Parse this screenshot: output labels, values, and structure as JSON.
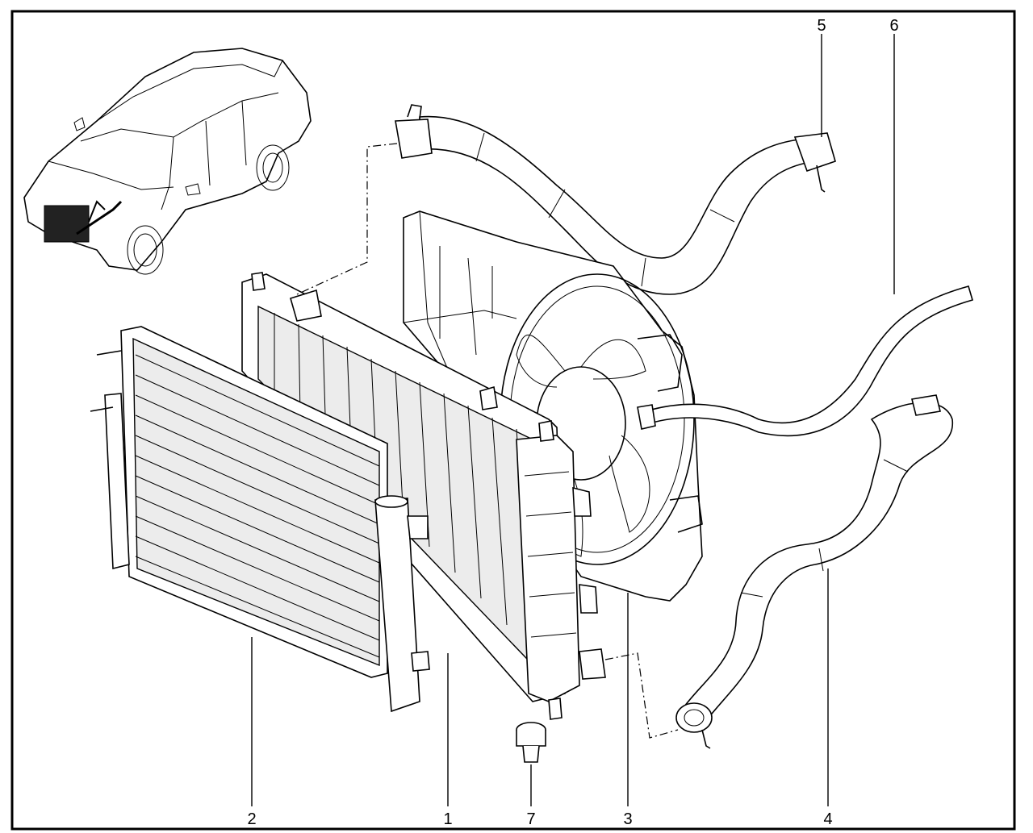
{
  "callouts": [
    {
      "id": "radiator",
      "label": "1"
    },
    {
      "id": "condenser",
      "label": "2"
    },
    {
      "id": "fan-shroud",
      "label": "3"
    },
    {
      "id": "lower-hose",
      "label": "4"
    },
    {
      "id": "upper-hose",
      "label": "5"
    },
    {
      "id": "overflow-hose",
      "label": "6"
    },
    {
      "id": "drain-plug",
      "label": "7"
    }
  ],
  "colors": {
    "line": "#000000",
    "background": "#ffffff",
    "shade": "#ececec"
  }
}
